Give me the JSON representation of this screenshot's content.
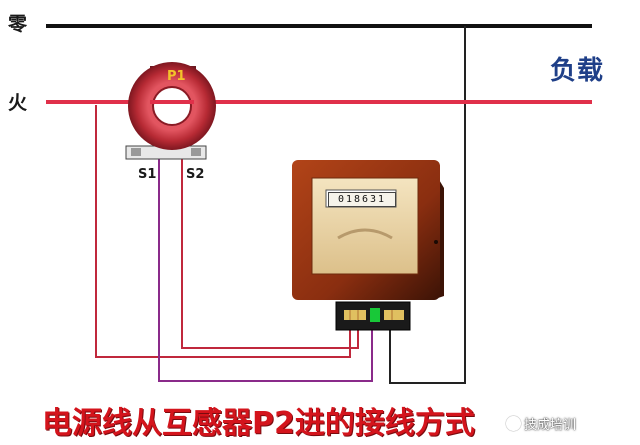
{
  "labels": {
    "neutral": "零",
    "live": "火",
    "load": "负载",
    "p1": "P1",
    "s1": "S1",
    "s2": "S2"
  },
  "meter": {
    "reading": "018631"
  },
  "caption": "电源线从互感器P2进的接线方式",
  "watermark": "技成培训",
  "colors": {
    "neutral_wire": "#111111",
    "live_wire": "#e0304a",
    "s1_wire": "#8a2a8a",
    "s2_wire": "#c0283c",
    "ct_core": "#b72a34",
    "meter_body": "#8a2e10",
    "meter_face": "#eedbb0",
    "caption": "#d4141c",
    "load_label": "#1f3f88"
  },
  "icons": [
    "current-transformer-icon",
    "energy-meter-icon",
    "terminal-block-icon"
  ]
}
